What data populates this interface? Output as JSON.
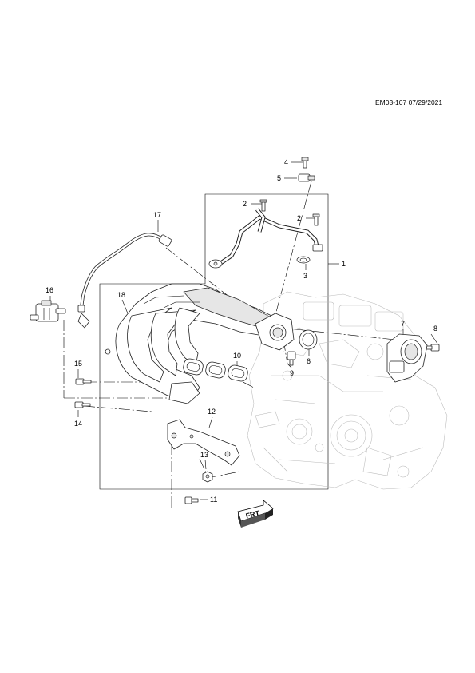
{
  "header": {
    "ref_code": "EM03-107 07/29/2021"
  },
  "callouts": [
    {
      "id": "c1",
      "num": "1"
    },
    {
      "id": "c2a",
      "num": "2"
    },
    {
      "id": "c2b",
      "num": "2"
    },
    {
      "id": "c3",
      "num": "3"
    },
    {
      "id": "c4",
      "num": "4"
    },
    {
      "id": "c5",
      "num": "5"
    },
    {
      "id": "c6",
      "num": "6"
    },
    {
      "id": "c7",
      "num": "7"
    },
    {
      "id": "c8",
      "num": "8"
    },
    {
      "id": "c9",
      "num": "9"
    },
    {
      "id": "c10",
      "num": "10"
    },
    {
      "id": "c11",
      "num": "11"
    },
    {
      "id": "c12",
      "num": "12"
    },
    {
      "id": "c13",
      "num": "13"
    },
    {
      "id": "c14",
      "num": "14"
    },
    {
      "id": "c15",
      "num": "15"
    },
    {
      "id": "c16",
      "num": "16"
    },
    {
      "id": "c17",
      "num": "17"
    },
    {
      "id": "c18",
      "num": "18"
    }
  ],
  "front_indicator": {
    "label": "FRT",
    "icon": "front-arrow-icon"
  }
}
